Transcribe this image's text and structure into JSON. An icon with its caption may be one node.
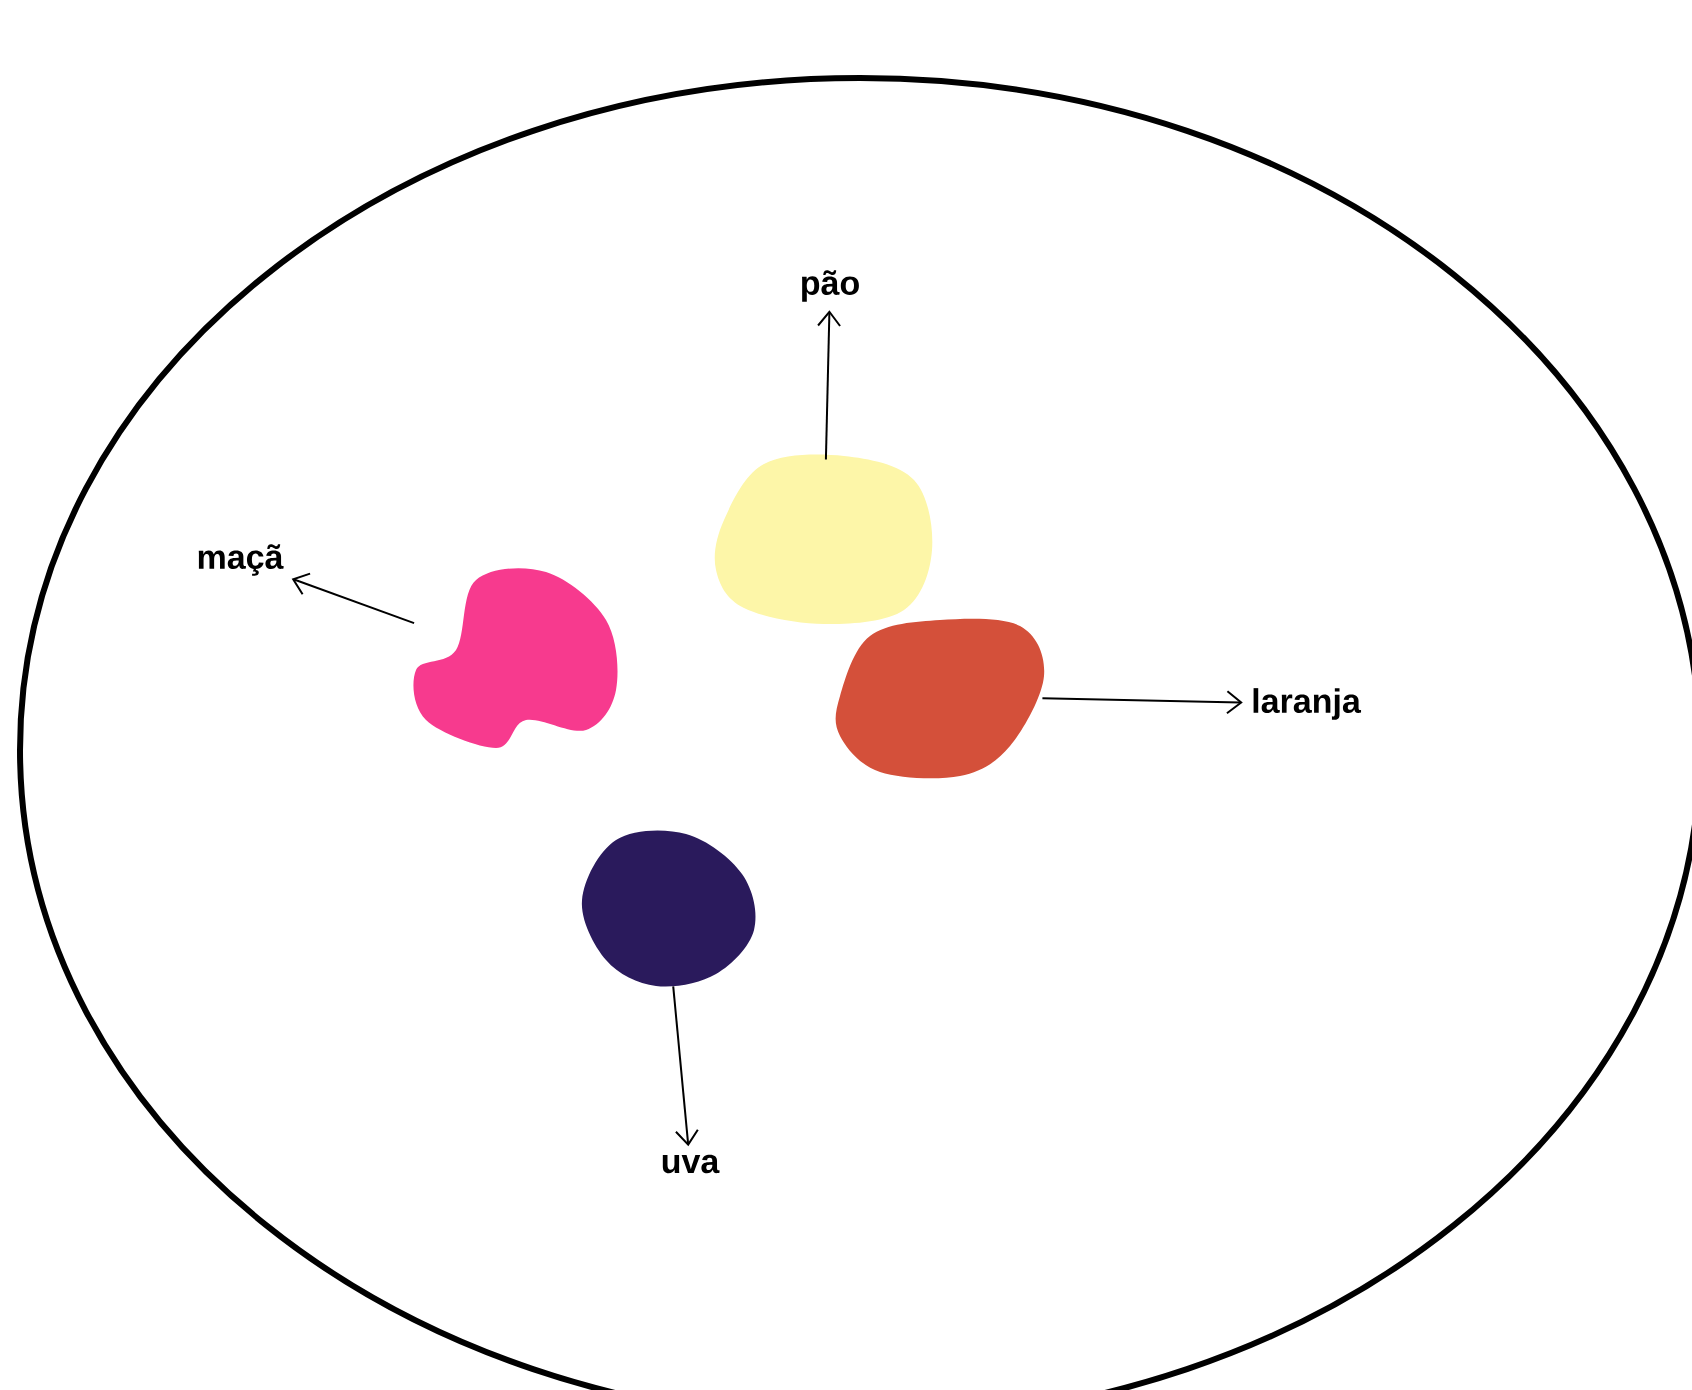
{
  "diagram": {
    "nodes": [
      {
        "text": [
          "pão"
        ]
      },
      {
        "text": [],
        "shape": "blob"
      },
      {
        "text": [
          "maçã"
        ]
      },
      {
        "text": [],
        "shape": "blob"
      },
      {
        "text": [],
        "shape": "blob"
      },
      {
        "text": [
          "laranja"
        ]
      },
      {
        "text": [],
        "shape": "blob"
      },
      {
        "text": [
          "uva"
        ]
      }
    ],
    "edges": [
      {
        "from": 1,
        "to": 0,
        "arrow": "to"
      },
      {
        "from": 3,
        "to": 2,
        "arrow": "to"
      },
      {
        "from": 4,
        "to": 5,
        "arrow": "to"
      },
      {
        "from": 6,
        "to": 7,
        "arrow": "to"
      }
    ]
  }
}
